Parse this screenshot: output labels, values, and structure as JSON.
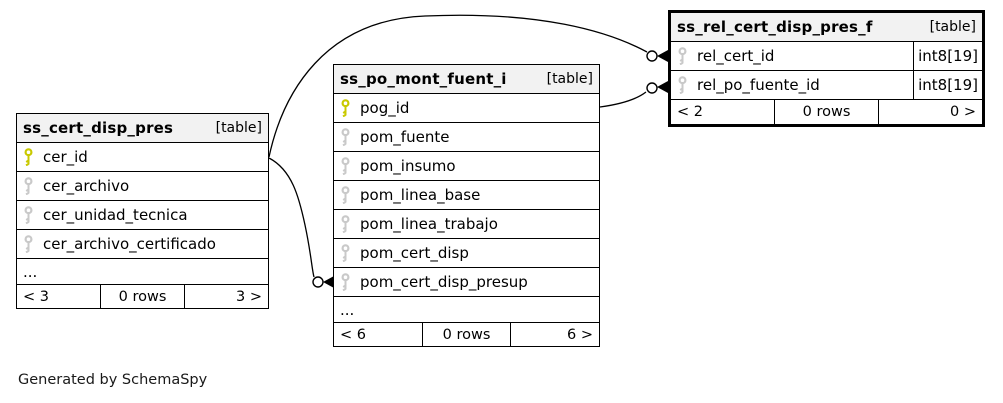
{
  "diagram": {
    "generator_note": "Generated by SchemaSpy",
    "colors": {
      "primary_key_icon": "#c9c900",
      "column_key_icon": "#c9c9c9",
      "header_background": "#f2f2f2",
      "table_border": "#000000",
      "focal_table_border": "#000000"
    },
    "tables": [
      {
        "name": "ss_cert_disp_pres",
        "tag": "[table]",
        "columns": [
          {
            "name": "cer_id"
          },
          {
            "name": "cer_archivo"
          },
          {
            "name": "cer_unidad_tecnica"
          },
          {
            "name": "cer_archivo_certificado"
          }
        ],
        "ellipsis": "...",
        "footer": {
          "left": "< 3",
          "center": "0 rows",
          "right": "3 >"
        }
      },
      {
        "name": "ss_po_mont_fuent_i",
        "tag": "[table]",
        "columns": [
          {
            "name": "pog_id"
          },
          {
            "name": "pom_fuente"
          },
          {
            "name": "pom_insumo"
          },
          {
            "name": "pom_linea_base"
          },
          {
            "name": "pom_linea_trabajo"
          },
          {
            "name": "pom_cert_disp"
          },
          {
            "name": "pom_cert_disp_presup"
          }
        ],
        "ellipsis": "...",
        "footer": {
          "left": "< 6",
          "center": "0 rows",
          "right": "6 >"
        }
      },
      {
        "name": "ss_rel_cert_disp_pres_f",
        "tag": "[table]",
        "columns": [
          {
            "name": "rel_cert_id",
            "type": "int8[19]"
          },
          {
            "name": "rel_po_fuente_id",
            "type": "int8[19]"
          }
        ],
        "footer": {
          "left": "< 2",
          "center": "0 rows",
          "right": "0 >"
        }
      }
    ],
    "relationships": [
      {
        "from": "ss_cert_disp_pres.cer_id",
        "to": "ss_rel_cert_disp_pres_f.rel_cert_id"
      },
      {
        "from": "ss_po_mont_fuent_i.pog_id",
        "to": "ss_rel_cert_disp_pres_f.rel_po_fuente_id"
      },
      {
        "from": "ss_cert_disp_pres.cer_id",
        "to": "ss_po_mont_fuent_i.pom_cert_disp_presup"
      }
    ]
  }
}
